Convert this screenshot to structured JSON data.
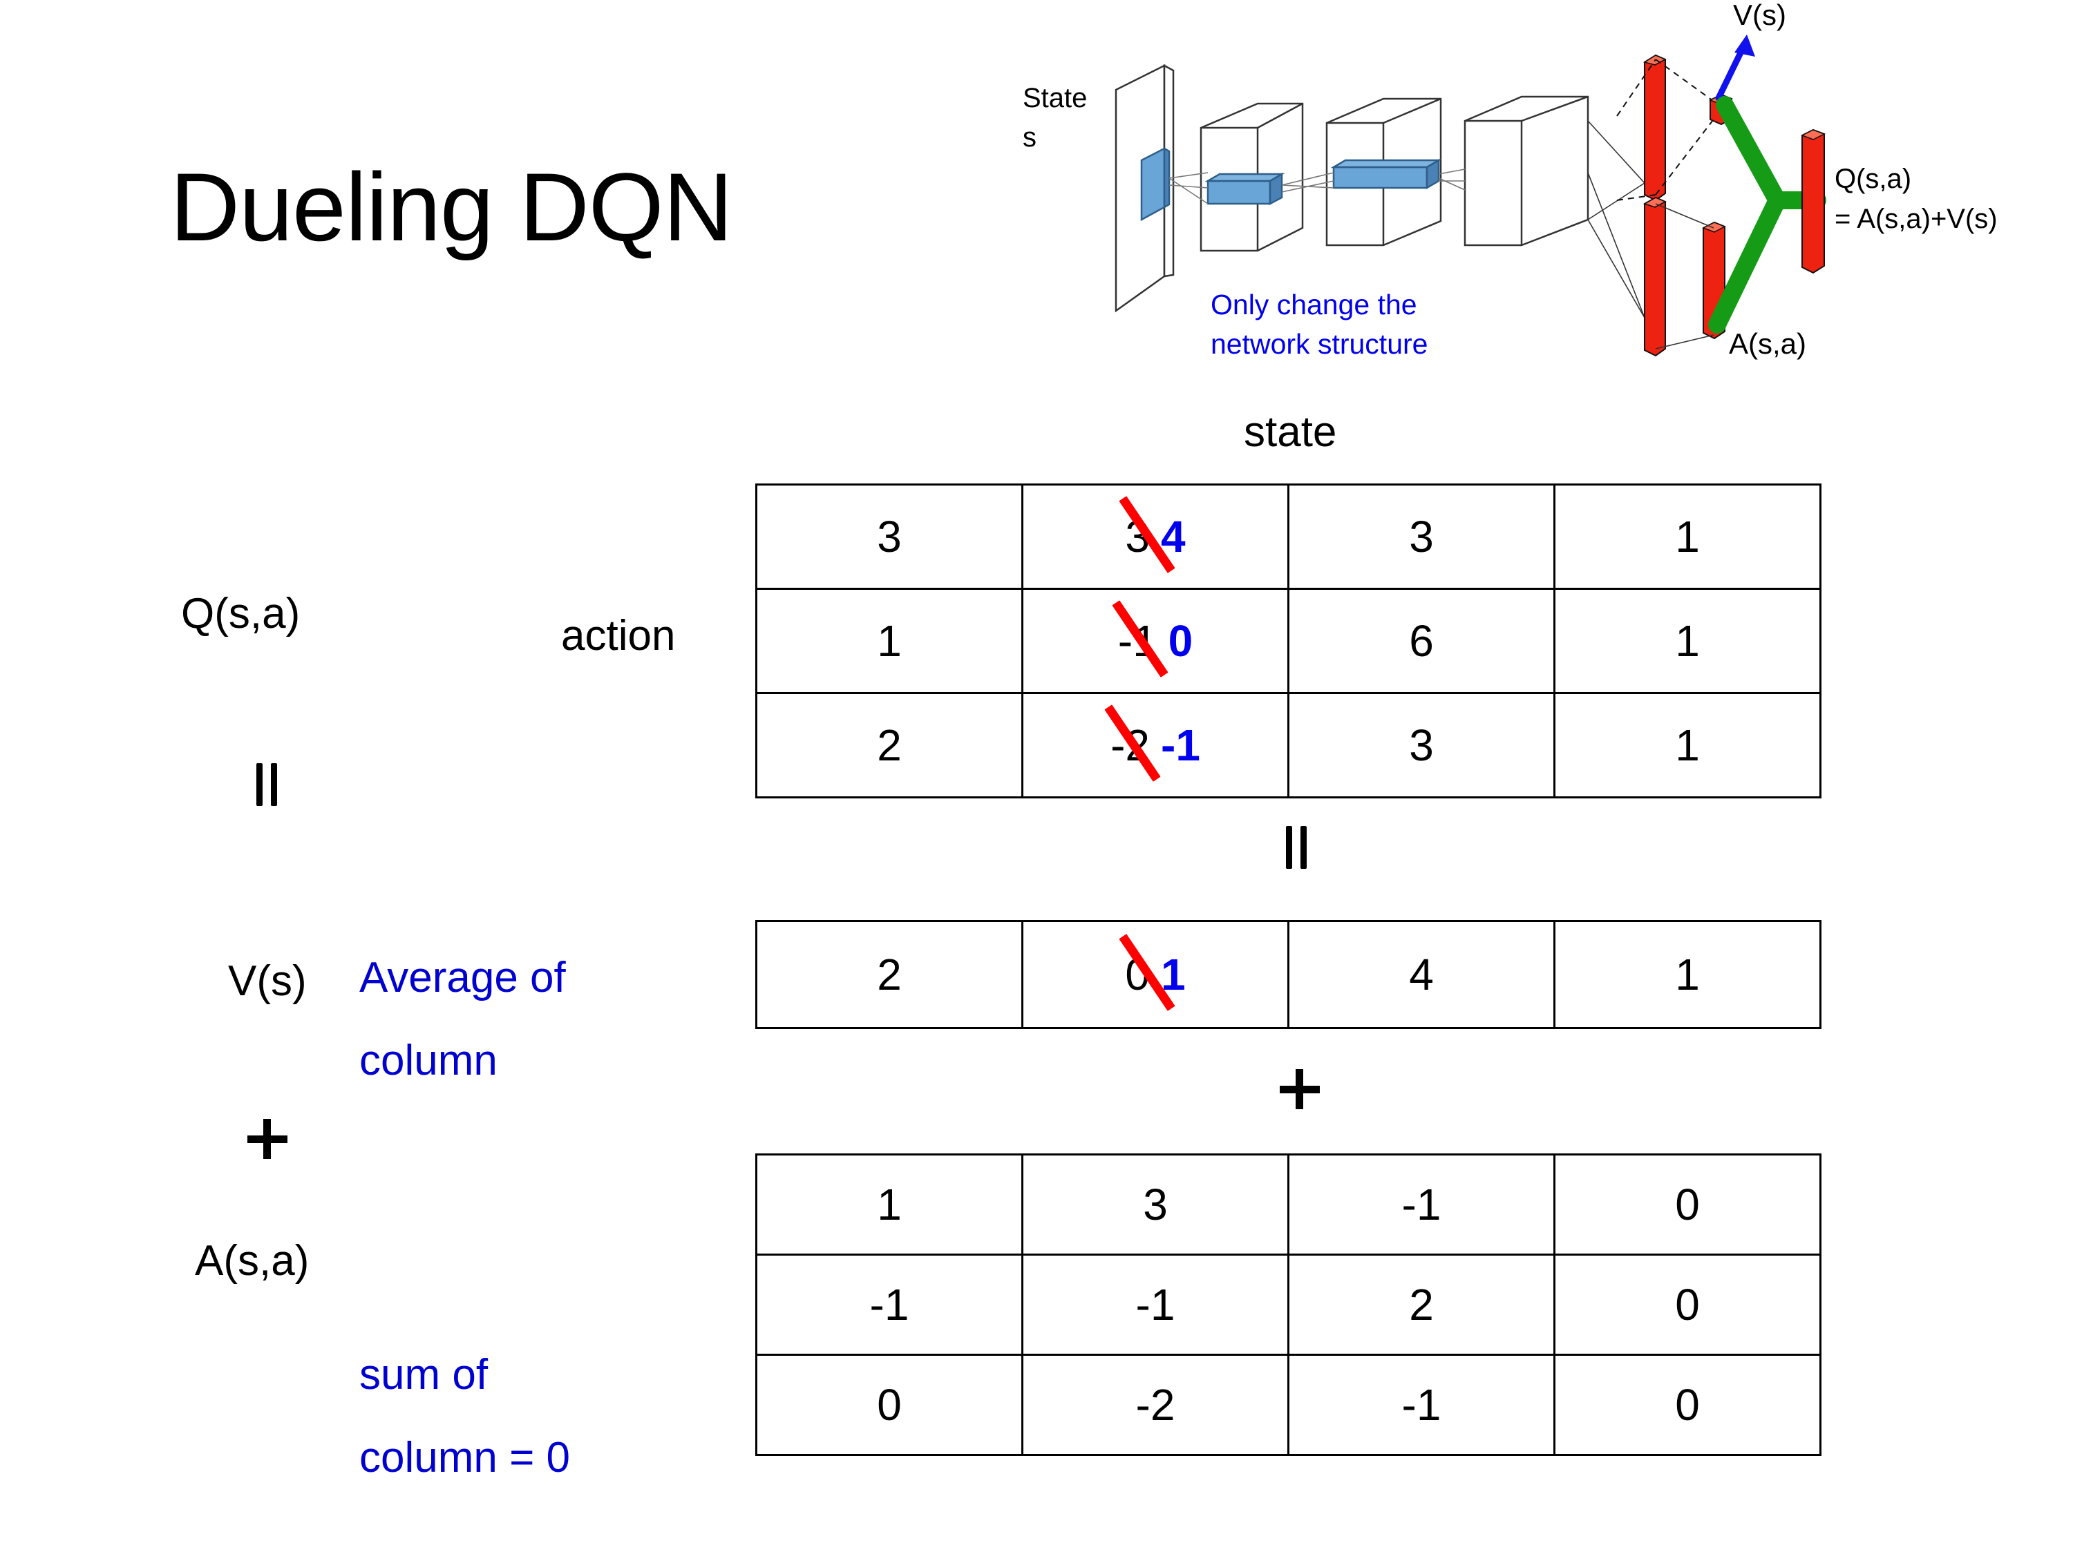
{
  "title": "Dueling DQN",
  "diagram": {
    "state_label_line1": "State",
    "state_label_line2": "s",
    "note_line1": "Only change the",
    "note_line2": "network structure",
    "v_label": "V(s)",
    "a_label": "A(s,a)",
    "q_label_line1": "Q(s,a)",
    "q_label_line2": "= A(s,a)+V(s)",
    "colors": {
      "note": "#0000ee",
      "bar_red": "#ee2211",
      "connector_green": "#169b16",
      "arrow_blue": "#1111ee",
      "filter_blue": "#5b9bd5"
    }
  },
  "labels": {
    "state_axis": "state",
    "action_axis": "action",
    "q_label": "Q(s,a)",
    "v_label": "V(s)",
    "a_label": "A(s,a)",
    "equals_left": "=",
    "plus_left": "+",
    "equals_mid": "=",
    "plus_mid": "+",
    "avg_note_line1": "Average of",
    "avg_note_line2": "column",
    "sum_note_line1": "sum of",
    "sum_note_line2": "column = 0",
    "accent_blue": "#0000ee",
    "edit_red": "#ff0000"
  },
  "chart_data": {
    "type": "table",
    "title": "Dueling DQN: Q(s,a) = V(s) + A(s,a)",
    "xlabel": "state",
    "ylabel": "action",
    "tables": [
      {
        "name": "Q(s,a)",
        "rows": 3,
        "cols": 4,
        "values": [
          [
            "3",
            "3",
            "3",
            "1"
          ],
          [
            "1",
            "-1",
            "6",
            "1"
          ],
          [
            "2",
            "-2",
            "3",
            "1"
          ]
        ],
        "edits": [
          {
            "row": 0,
            "col": 1,
            "old": "3",
            "new": "4"
          },
          {
            "row": 1,
            "col": 1,
            "old": "-1",
            "new": "0"
          },
          {
            "row": 2,
            "col": 1,
            "old": "-2",
            "new": "-1"
          }
        ]
      },
      {
        "name": "V(s)",
        "rows": 1,
        "cols": 4,
        "values": [
          [
            "2",
            "0",
            "4",
            "1"
          ]
        ],
        "edits": [
          {
            "row": 0,
            "col": 1,
            "old": "0",
            "new": "1"
          }
        ]
      },
      {
        "name": "A(s,a)",
        "rows": 3,
        "cols": 4,
        "values": [
          [
            "1",
            "3",
            "-1",
            "0"
          ],
          [
            "-1",
            "-1",
            "2",
            "0"
          ],
          [
            "0",
            "-2",
            "-1",
            "0"
          ]
        ],
        "edits": []
      }
    ]
  }
}
